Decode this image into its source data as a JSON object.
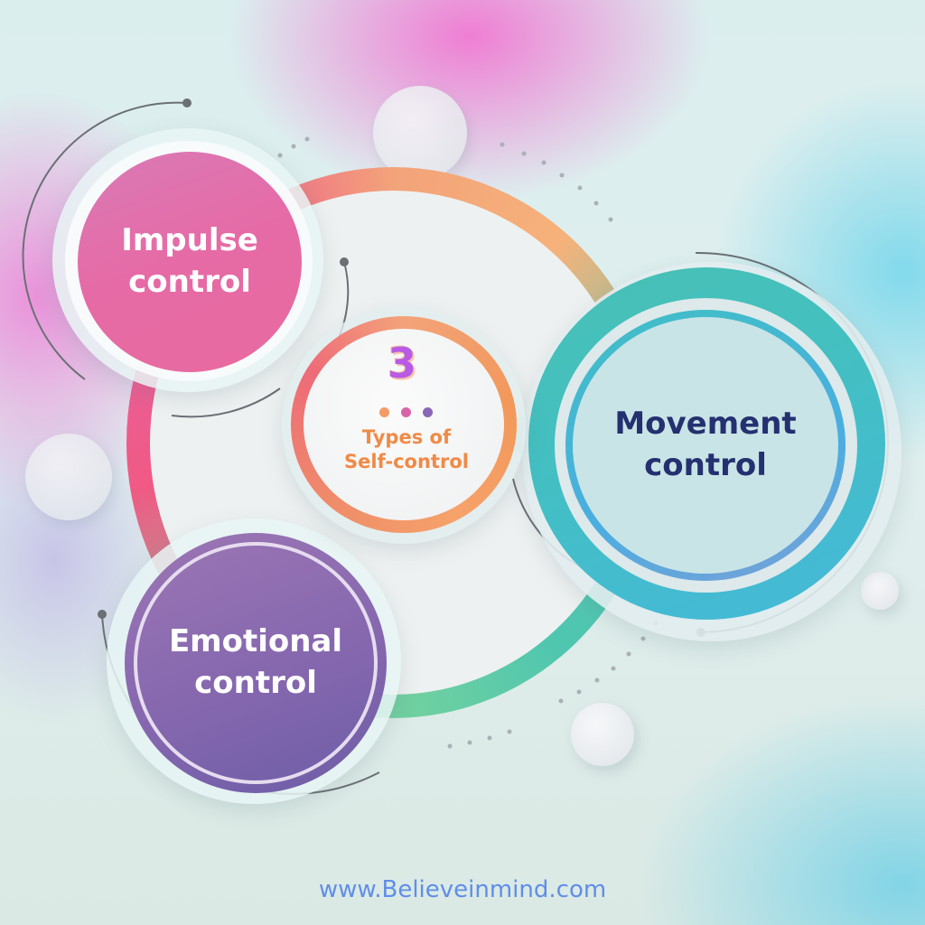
{
  "diagram": {
    "title_number": "3",
    "title_text": "Types of Self-control",
    "title_line1": "Types of",
    "title_line2": "Self-control",
    "dots": [
      {
        "color": "#f39a66"
      },
      {
        "color": "#d864a8"
      },
      {
        "color": "#8a66b8"
      }
    ],
    "nodes": [
      {
        "id": "impulse",
        "line1": "Impulse",
        "line2": "control",
        "color": "#e66aa5",
        "text_color": "#ffffff"
      },
      {
        "id": "movement",
        "line1": "Movement",
        "line2": "control",
        "color": "#43bfc5",
        "text_color": "#24306f"
      },
      {
        "id": "emotional",
        "line1": "Emotional",
        "line2": "control",
        "color": "#8366ae",
        "text_color": "#ffffff"
      }
    ],
    "center_text_color": "#f08a46",
    "number_color": "#b85ae6"
  },
  "footer": {
    "url": "www.Believeinmind.com",
    "color": "#5f8ee8"
  }
}
